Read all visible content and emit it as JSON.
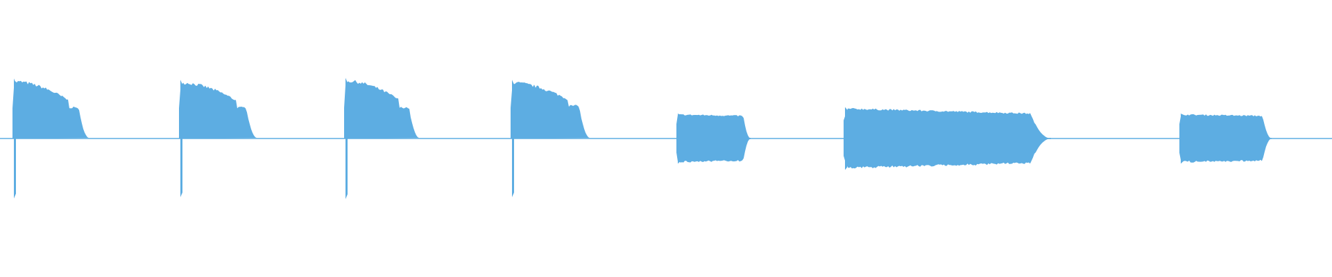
{
  "waveform": {
    "color": "#5dade2",
    "background": "#ffffff",
    "clips": [
      {
        "shape": "decay",
        "peak": 0.95,
        "sustain": 0.82,
        "end": 0.52
      },
      {
        "shape": "decay",
        "peak": 0.93,
        "sustain": 0.82,
        "end": 0.52
      },
      {
        "shape": "decay",
        "peak": 0.96,
        "sustain": 0.84,
        "end": 0.52
      },
      {
        "shape": "decay",
        "peak": 0.93,
        "sustain": 0.8,
        "end": 0.55
      },
      {
        "shape": "flat",
        "peak": 0.4,
        "sustain": 0.38,
        "end": 0.38
      },
      {
        "shape": "flat",
        "peak": 0.5,
        "sustain": 0.47,
        "end": 0.42
      },
      {
        "shape": "flat",
        "peak": 0.4,
        "sustain": 0.39,
        "end": 0.38
      }
    ]
  }
}
